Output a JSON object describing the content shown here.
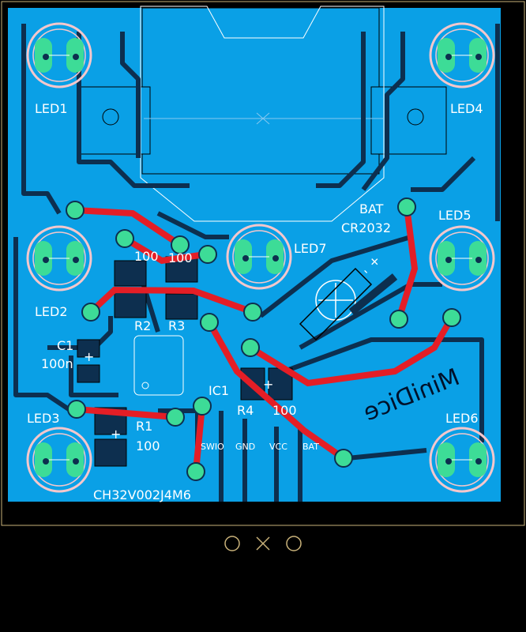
{
  "board": {
    "colors": {
      "background": "#000000",
      "copper": "#0aa0e6",
      "trace_dark": "#0d2f4f",
      "silkscreen": "#ffffff",
      "pad": "#3ddc97",
      "ratsnest": "#e41e26",
      "edge": "#c9b27a",
      "led_ring": "#f4c7cc"
    }
  },
  "components": {
    "led1": "LED1",
    "led2": "LED2",
    "led3": "LED3",
    "led4": "LED4",
    "led5": "LED5",
    "led6": "LED6",
    "led7": "LED7",
    "r1": "R1",
    "r1_value": "100",
    "r2": "R2",
    "r3": "R3",
    "r4": "R4",
    "r4_value": "100",
    "c1": "C1",
    "c1_value": "100n",
    "ic1": "IC1",
    "ic1_part": "CH32V002J4M6",
    "val_left": "100",
    "val_right": "100",
    "bat": "BAT",
    "bat_part": "CR2032",
    "swio": "SWIO",
    "gnd": "GND",
    "vcc": "VCC",
    "bat_pin": "BAT",
    "plus": "+",
    "minus": "-"
  },
  "branding": {
    "text": "MiniDice"
  }
}
